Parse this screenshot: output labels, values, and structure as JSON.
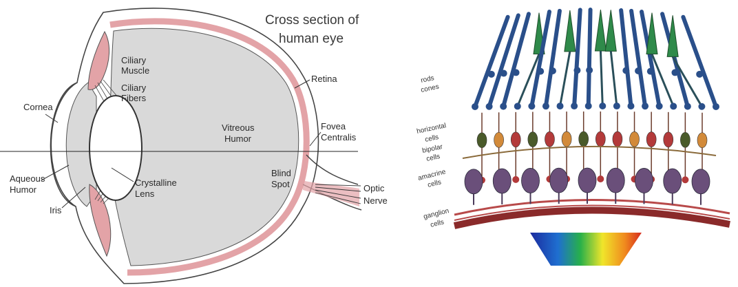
{
  "eye": {
    "title_line1": "Cross section of",
    "title_line2": "human eye",
    "labels": {
      "ciliary_muscle_1": "Ciliary",
      "ciliary_muscle_2": "Muscle",
      "ciliary_fibers_1": "Ciliary",
      "ciliary_fibers_2": "Fibers",
      "cornea": "Cornea",
      "retina": "Retina",
      "vitreous_1": "Vitreous",
      "vitreous_2": "Humor",
      "fovea_1": "Fovea",
      "fovea_2": "Centralis",
      "aqueous_1": "Aqueous",
      "aqueous_2": "Humor",
      "iris": "Iris",
      "lens_1": "Crystalline",
      "lens_2": "Lens",
      "blind_1": "Blind",
      "blind_2": "Spot",
      "optic_1": "Optic",
      "optic_2": "Nerve"
    }
  },
  "retina": {
    "labels": {
      "rods_cones_1": "rods",
      "rods_cones_2": "cones",
      "horizontal_1": "horizontal",
      "horizontal_2": "cells",
      "bipolar_1": "bipolar",
      "bipolar_2": "cells",
      "amacrine_1": "amacrine",
      "amacrine_2": "cells",
      "ganglion_1": "ganglion",
      "ganglion_2": "cells"
    }
  },
  "colors": {
    "retina_pink": "#e3a3a7",
    "humor_gray": "#d9d9d9",
    "rod_blue": "#2a4f8a",
    "cone_green": "#2f8a4a",
    "ganglion_purple": "#6a4f7a",
    "bipolar_red": "#b33a3a"
  }
}
